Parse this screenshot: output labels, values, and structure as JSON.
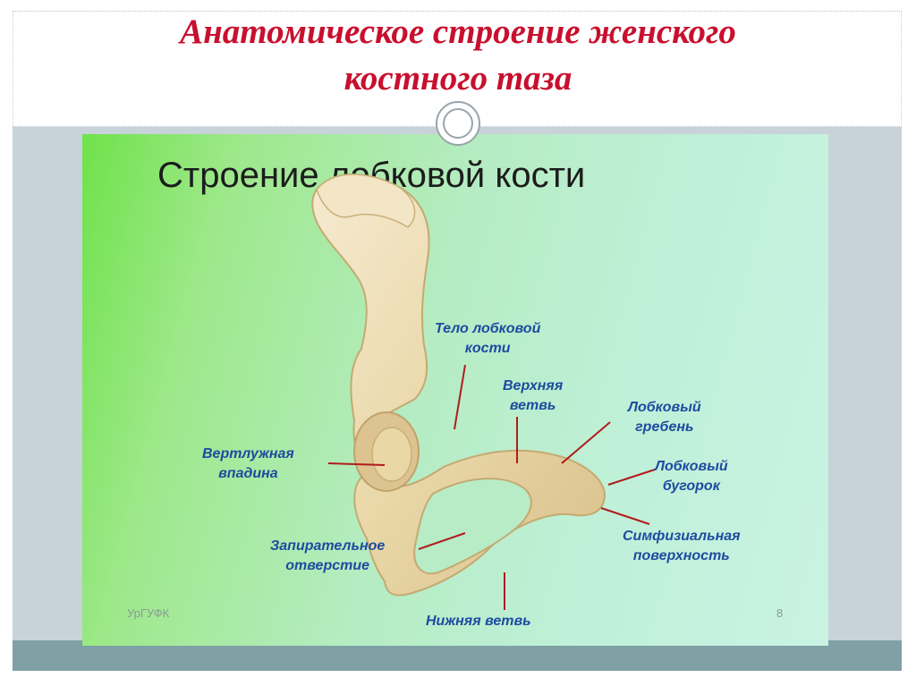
{
  "slide": {
    "title_line1": "Анатомическое строение женского",
    "title_line2": "костного таза"
  },
  "panel": {
    "title": "Строение лобковой кости",
    "labels": {
      "body_line1": "Тело лобковой",
      "body_line2": "кости",
      "superior_line1": "Верхняя",
      "superior_line2": "ветвь",
      "crest_line1": "Лобковый",
      "crest_line2": "гребень",
      "acetabulum_line1": "Вертлужная",
      "acetabulum_line2": "впадина",
      "tubercle_line1": "Лобковый",
      "tubercle_line2": "бугорок",
      "obturator_line1": "Запирательное",
      "obturator_line2": "отверстие",
      "symphysis_line1": "Симфизиальная",
      "symphysis_line2": "поверхность",
      "inferior": "Нижняя ветвь"
    },
    "footer_left": "УрГУФК",
    "page_number": "8"
  },
  "colors": {
    "title": "#c8102e",
    "label": "#1e4ba0",
    "arrow": "#b01c1c",
    "bone": "#ecdcb0"
  }
}
